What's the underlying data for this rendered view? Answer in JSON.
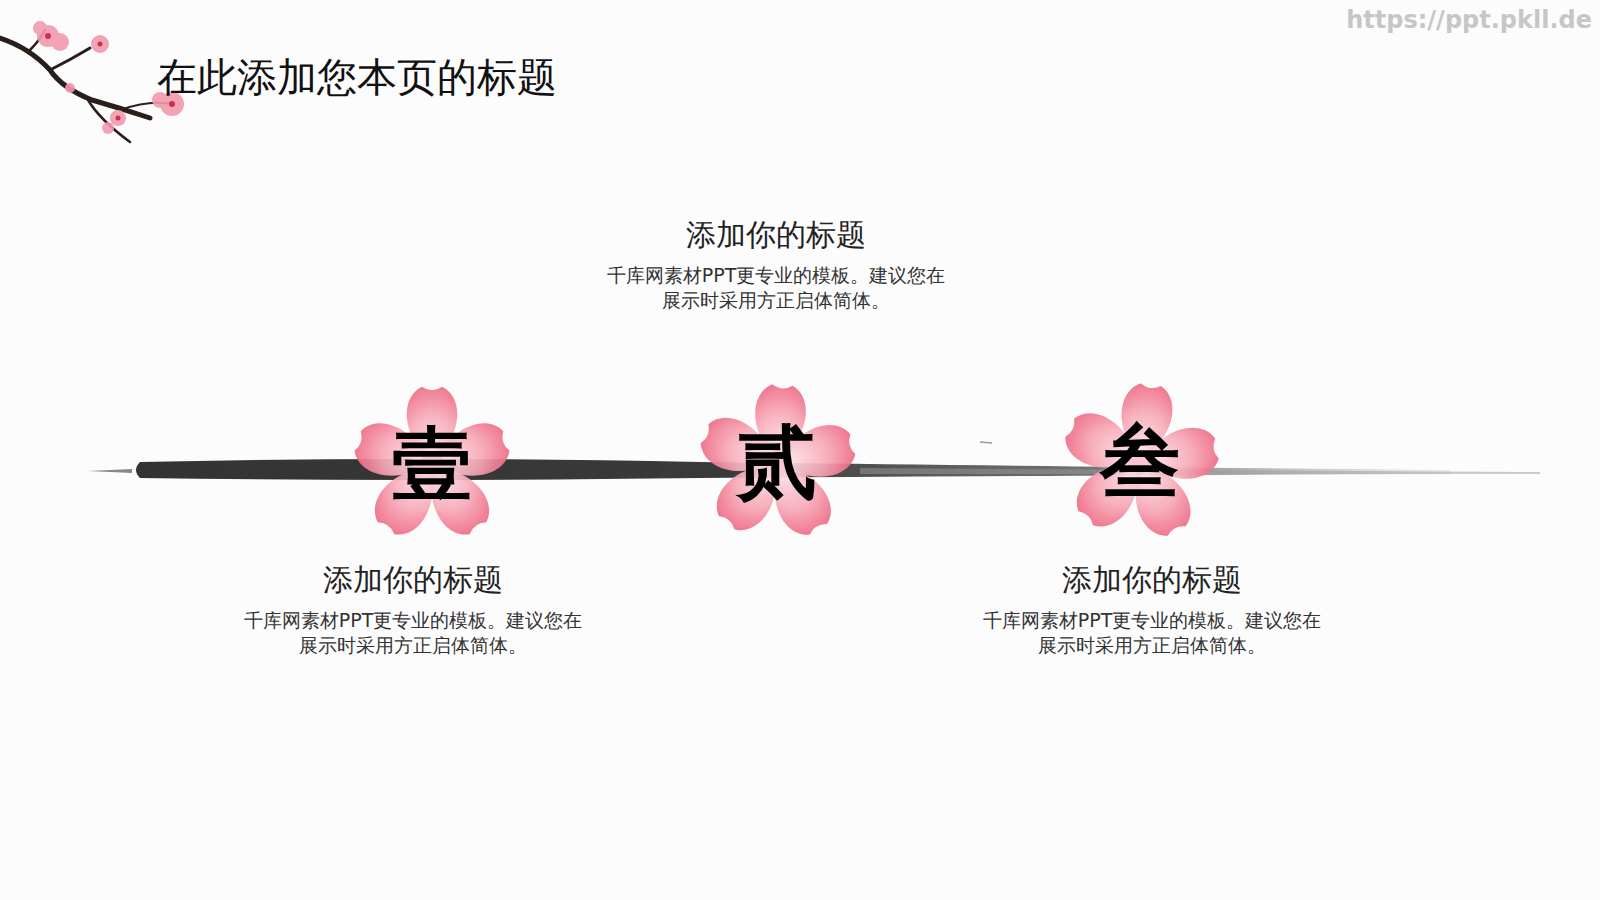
{
  "diagram": {
    "title": "在此添加您本页的标题",
    "nodes": [
      {
        "text": [
          "壹"
        ]
      },
      {
        "text": [
          "贰"
        ]
      },
      {
        "text": [
          "叁"
        ]
      }
    ],
    "labels": [
      "添加你的标题",
      "千库网素材PPT更专业的模板。建议您在 展示时采用方正启体简体。",
      "添加你的标题",
      "千库网素材PPT更专业的模板。建议您在 展示时采用方正启体简体。",
      "添加你的标题",
      "千库网素材PPT更专业的模板。建议您在 展示时采用方正启体简体。",
      "https://ppt.pkll.de"
    ]
  }
}
